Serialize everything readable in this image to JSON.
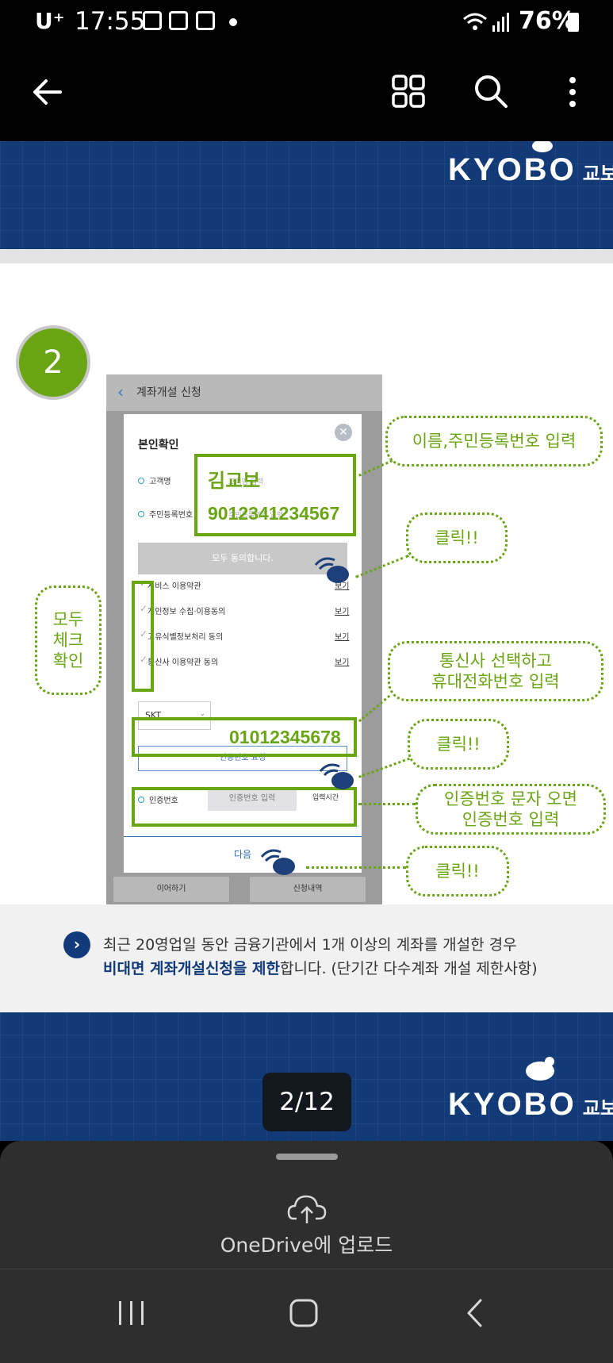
{
  "status_bar": {
    "carrier": "U⁺",
    "time": "17:55",
    "battery": "76%"
  },
  "app_bar": {
    "icons": [
      "back-arrow-icon",
      "grid-view-icon",
      "search-icon",
      "more-vert-icon"
    ]
  },
  "document": {
    "brand_en": "KYOBO",
    "brand_ko": "교보증권",
    "step_number": "2",
    "phone": {
      "screen_title": "계좌개설 신청",
      "sheet_title": "본인확인",
      "name_label": "고객명",
      "name_placeholder": "고객명 입력",
      "rrn_label": "주민등록번호",
      "rrn_placeholder": "주민등록번호 입력",
      "agree_all": "모두 동의합니다.",
      "terms": [
        {
          "label": "서비스 이용약관",
          "link": "보기"
        },
        {
          "label": "개인정보 수집·이용동의",
          "link": "보기"
        },
        {
          "label": "고유식별정보처리 동의",
          "link": "보기"
        },
        {
          "label": "통신사 이용약관 동의",
          "link": "보기"
        }
      ],
      "carrier_selected": "SKT",
      "request_code": "인증번호 요청",
      "auth_label": "인증번호",
      "auth_placeholder": "인증번호 입력",
      "auth_time": "입력시간",
      "next": "다음",
      "continue": "이어하기",
      "history": "신청내역"
    },
    "overlay": {
      "name_value": "김교보",
      "rrn_value": "9012341234567",
      "phone_value": "01012345678"
    },
    "callouts": {
      "name_rrn": "이름,주민등록번호 입력",
      "click1": "클릭!!",
      "check_all": "모두\n체크\n확인",
      "carrier_phone": "통신사 선택하고\n휴대전화번호 입력",
      "click2": "클릭!!",
      "auth": "인증번호 문자 오면\n인증번호 입력",
      "click3": "클릭!!"
    },
    "notice": {
      "line1": "최근 20영업일 동안 금융기관에서 1개 이상의 계좌를 개설한 경우",
      "line2_bold": "비대면 계좌개설신청을 제한",
      "line2_rest": "합니다.  (단기간 다수계좌 개설 제한사항)"
    }
  },
  "page_indicator": "2/12",
  "bottom_sheet": {
    "upload_label": "OneDrive에 업로드"
  },
  "nav_bar": {
    "icons": [
      "recent-apps-icon",
      "home-icon",
      "back-icon"
    ]
  }
}
